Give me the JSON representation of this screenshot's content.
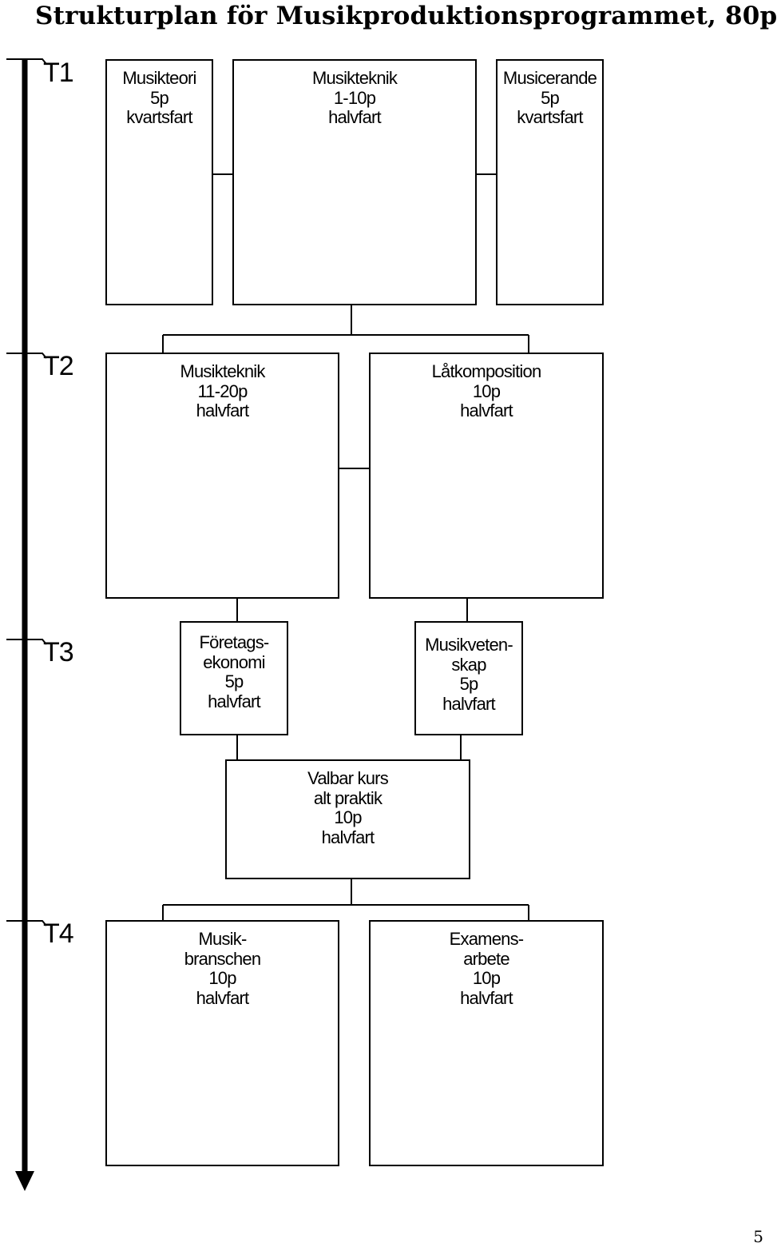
{
  "title": "Strukturplan för Musikproduktionsprogrammet, 80p",
  "terms": [
    "T1",
    "T2",
    "T3",
    "T4"
  ],
  "courses": {
    "musikteori": [
      "Musikteori",
      "5p",
      "kvartsfart"
    ],
    "musikteknik_1": [
      "Musikteknik",
      "1-10p",
      "halvfart"
    ],
    "musicerande": [
      "Musicerande",
      "5p",
      "kvartsfart"
    ],
    "musikteknik_2": [
      "Musikteknik",
      "11-20p",
      "halvfart"
    ],
    "latkomposition": [
      "Låtkomposition",
      "10p",
      "halvfart"
    ],
    "foretagsekonomi": [
      "Företags-",
      "ekonomi",
      "5p",
      "halvfart"
    ],
    "musikvetenskap": [
      "Musikveten-",
      "skap",
      "5p",
      "halvfart"
    ],
    "valbar_kurs": [
      "Valbar kurs",
      "alt praktik",
      "10p",
      "halvfart"
    ],
    "musikbranschen": [
      "Musik-",
      "branschen",
      "10p",
      "halvfart"
    ],
    "examensarbete": [
      "Examens-",
      "arbete",
      "10p",
      "halvfart"
    ]
  },
  "page_number": "5"
}
